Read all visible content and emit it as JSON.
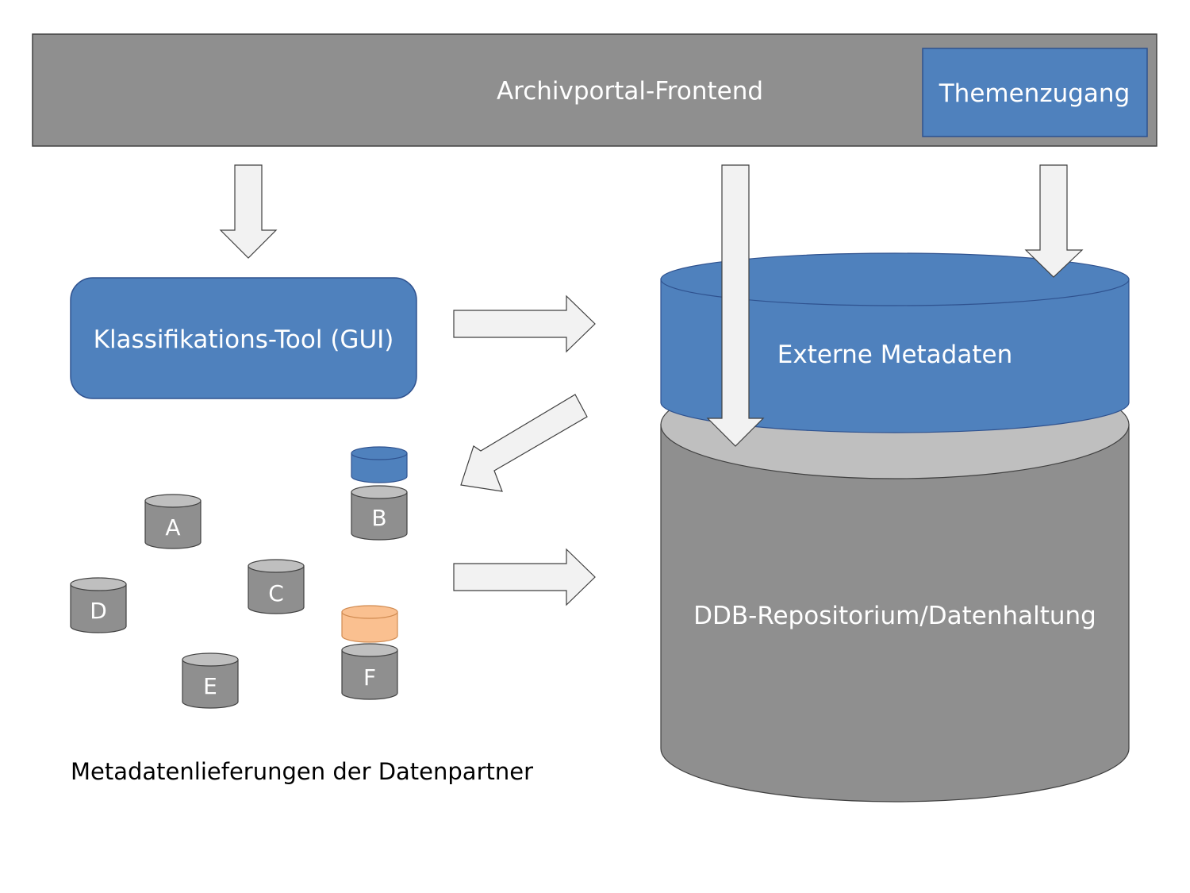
{
  "frontend": {
    "label": "Archivportal-Frontend",
    "fill": "#8f8f8f"
  },
  "themenzugang": {
    "label": "Themenzugang",
    "fill": "#4f81bd"
  },
  "klassifikations_tool": {
    "label": "Klassifikations-Tool (GUI)",
    "fill": "#4f81bd"
  },
  "externe_metadaten": {
    "label": "Externe Metadaten",
    "fill": "#4f81bd"
  },
  "repositorium": {
    "label": "DDB-Repositorium/Datenhaltung",
    "fill": "#8f8f8f",
    "top_fill": "#bfbfbf"
  },
  "datenpartner": {
    "caption": "Metadatenlieferungen der Datenpartner",
    "sources": [
      {
        "label": "A"
      },
      {
        "label": "B",
        "extension": "#4f81bd"
      },
      {
        "label": "C"
      },
      {
        "label": "D"
      },
      {
        "label": "E"
      },
      {
        "label": "F",
        "extension": "#fac090"
      }
    ]
  },
  "arrow_fill": "#f2f2f2"
}
